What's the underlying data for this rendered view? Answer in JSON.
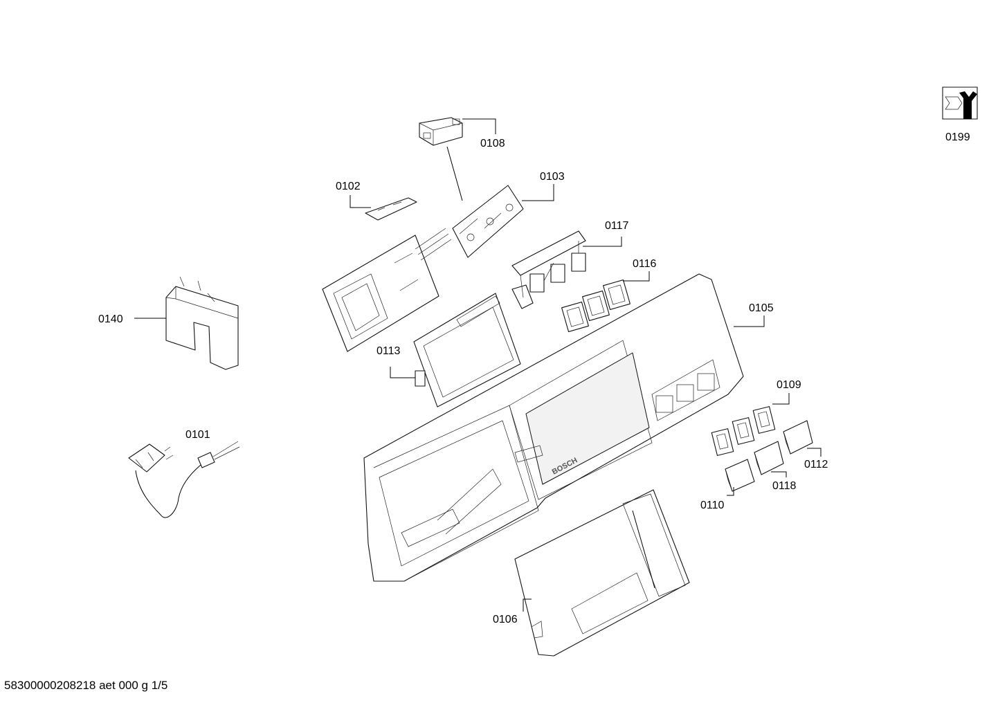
{
  "parts": {
    "p0199": "0199",
    "p0108": "0108",
    "p0103": "0103",
    "p0102": "0102",
    "p0117": "0117",
    "p0116": "0116",
    "p0105": "0105",
    "p0140": "0140",
    "p0113": "0113",
    "p0109": "0109",
    "p0101": "0101",
    "p0112": "0112",
    "p0118": "0118",
    "p0110": "0110",
    "p0106": "0106"
  },
  "footer": "58300000208218 aet 000 g 1/5",
  "icons": {
    "tool": "wrench-icon"
  }
}
